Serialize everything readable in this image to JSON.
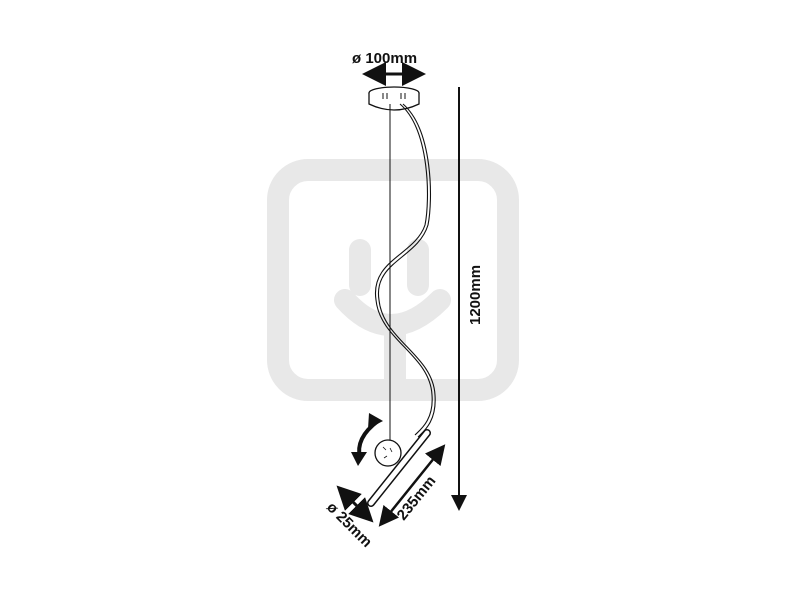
{
  "dimensions": {
    "canopy_diameter": "ø 100mm",
    "total_height": "1200mm",
    "tube_diameter": "ø 25mm",
    "tube_length": "235mm"
  },
  "colors": {
    "line": "#111111",
    "watermark": "#e9e9e9",
    "background": "#ffffff"
  },
  "icons": {
    "watermark": "plug-logo-watermark",
    "rotation": "rotate-arrows-icon"
  }
}
